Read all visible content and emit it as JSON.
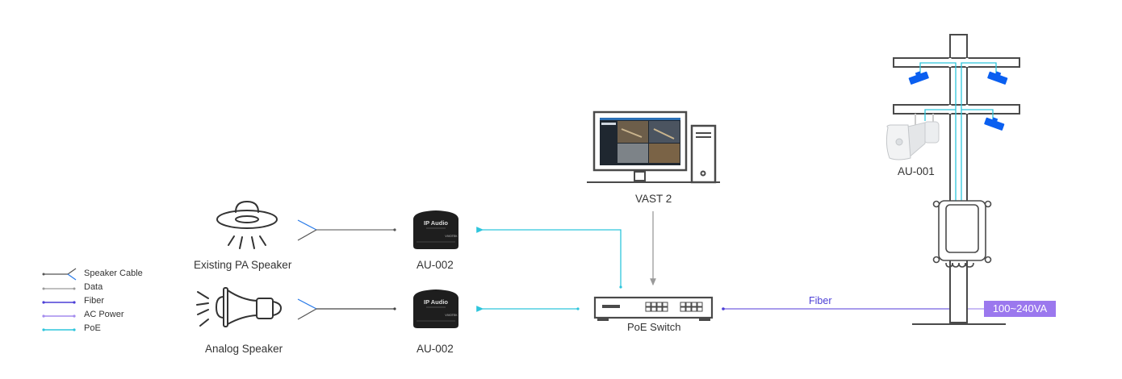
{
  "legend": {
    "items": [
      {
        "id": "speaker-cable",
        "label": "Speaker Cable",
        "color": "#555555"
      },
      {
        "id": "data",
        "label": "Data",
        "color": "#9a9a9a"
      },
      {
        "id": "fiber",
        "label": "Fiber",
        "color": "#4b3ed6"
      },
      {
        "id": "ac-power",
        "label": "AC Power",
        "color": "#a48bee"
      },
      {
        "id": "poe",
        "label": "PoE",
        "color": "#2ec5dc"
      }
    ]
  },
  "devices": {
    "pa_speaker": {
      "label": "Existing PA Speaker"
    },
    "analog_speaker": {
      "label": "Analog Speaker"
    },
    "au002_top": {
      "label": "AU-002",
      "device_text": "IP Audio",
      "brand": "VIVOTEK"
    },
    "au002_bottom": {
      "label": "AU-002",
      "device_text": "IP Audio",
      "brand": "VIVOTEK"
    },
    "vast": {
      "label": "VAST 2"
    },
    "poe_switch": {
      "label": "PoE Switch"
    },
    "au001": {
      "label": "AU-001"
    }
  },
  "connections": {
    "fiber_label": "Fiber",
    "ac_power_label": "100~240VA"
  },
  "colors": {
    "camera_blue": "#0a5ff0",
    "outline": "#4a4a4a",
    "poe": "#2ec5dc",
    "fiber": "#4b3ed6",
    "ac": "#9b78ee"
  }
}
